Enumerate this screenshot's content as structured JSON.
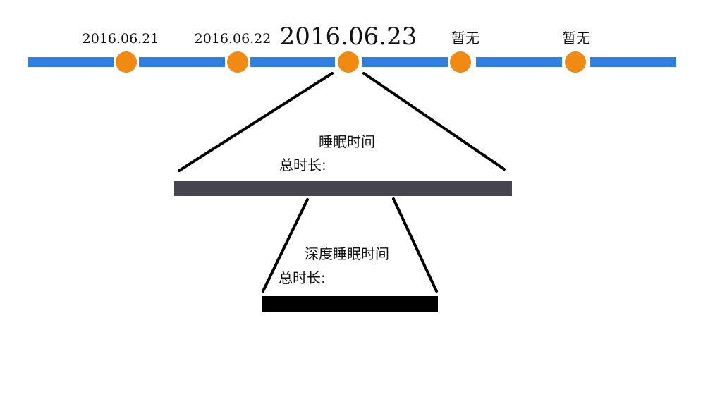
{
  "timeline": {
    "dates": [
      {
        "label": "2016.06.21",
        "selected": false
      },
      {
        "label": "2016.06.22",
        "selected": false
      },
      {
        "label": "2016.06.23",
        "selected": true
      },
      {
        "label": "暂无",
        "selected": false
      },
      {
        "label": "暂无",
        "selected": false
      }
    ]
  },
  "sleep_panel": {
    "title": "睡眠时间",
    "total_label": "总时长:"
  },
  "deep_sleep_panel": {
    "title": "深度睡眠时间",
    "total_label": "总时长:"
  },
  "colors": {
    "timeline": "#2f7fe0",
    "node": "#f08a13",
    "sleep_bar": "#46454f",
    "deep_sleep_bar": "#000000"
  }
}
